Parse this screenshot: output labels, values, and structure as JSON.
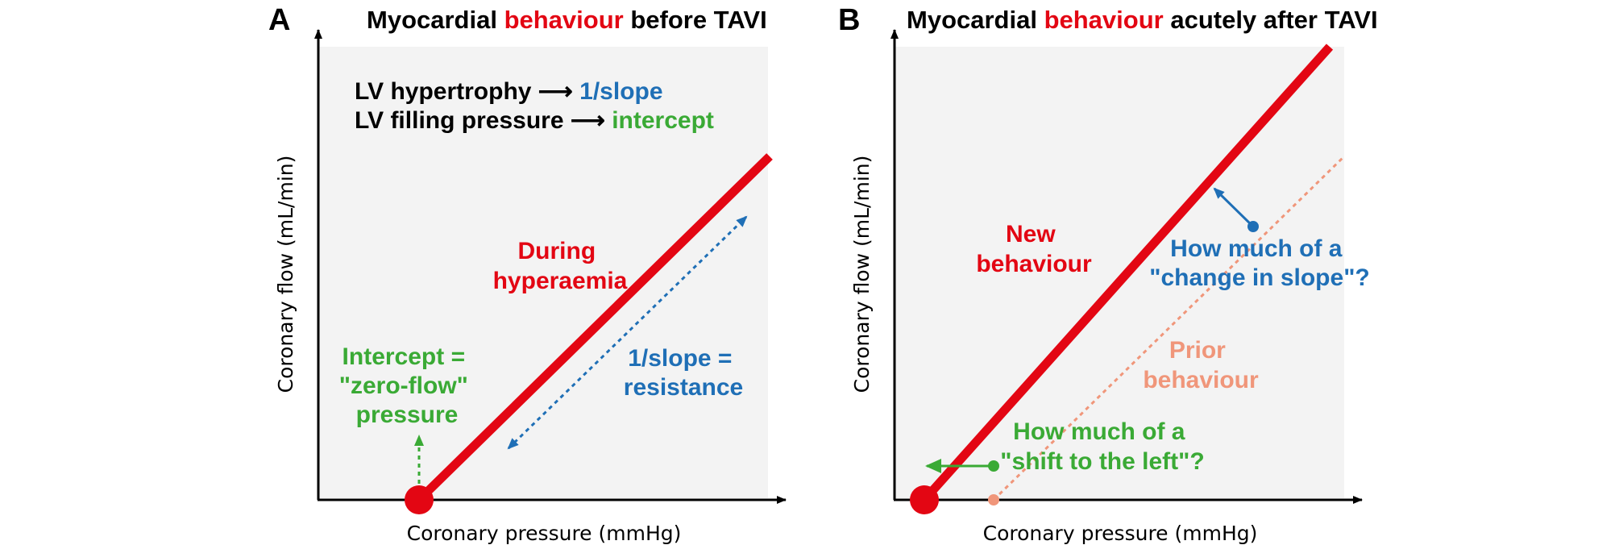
{
  "colors": {
    "red": "#e30613",
    "blue": "#1f6fb6",
    "green": "#3aaa35",
    "salmon": "#f0967a",
    "panel_bg": "#f3f3f3",
    "black": "#000000"
  },
  "panel_a": {
    "letter": "A",
    "title_pre": "Myocardial ",
    "title_highlight": "behaviour",
    "title_post": " before TAVI",
    "legend_line1_text": "LV hypertrophy",
    "legend_line1_value": "1/slope",
    "legend_line2_text": "LV filling pressure",
    "legend_line2_value": "intercept",
    "line_label": [
      "During",
      "hyperaemia"
    ],
    "slope_label": [
      "1/slope =",
      "resistance"
    ],
    "intercept_label": [
      "Intercept =",
      "\"zero-flow\"",
      "pressure"
    ],
    "x_axis_label": "Coronary pressure (mmHg)",
    "y_axis_label": "Coronary flow (mL/min)"
  },
  "panel_b": {
    "letter": "B",
    "title_pre": "Myocardial ",
    "title_highlight": "behaviour",
    "title_post": " acutely after TAVI",
    "new_label": [
      "New",
      "behaviour"
    ],
    "prior_label": [
      "Prior",
      "behaviour"
    ],
    "slope_question": [
      "How much of a",
      "\"change in slope\"?"
    ],
    "shift_question": [
      "How much of a",
      "\"shift to the left\"?"
    ],
    "x_axis_label": "Coronary pressure (mmHg)",
    "y_axis_label": "Coronary flow (mL/min)"
  },
  "icons": {
    "arrow": "right-arrow-icon"
  }
}
